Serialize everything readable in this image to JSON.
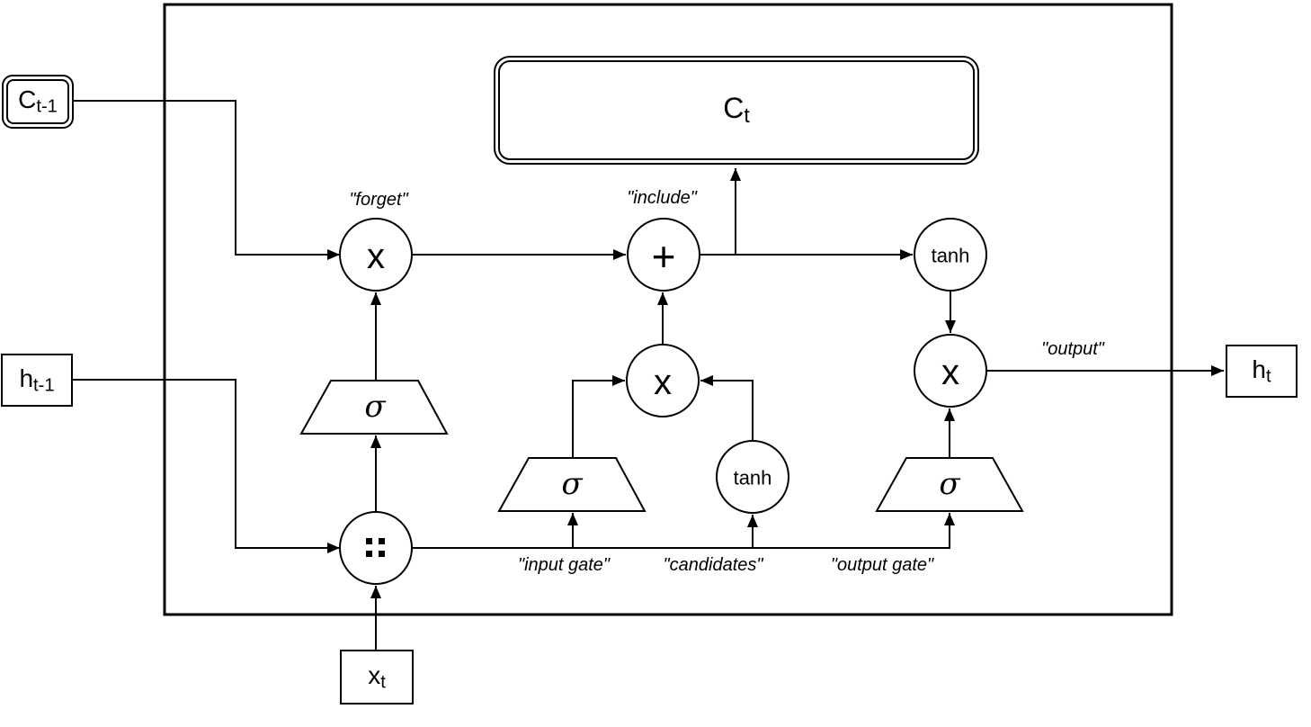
{
  "colors": {
    "stroke": "#000000",
    "background": "#ffffff"
  },
  "boxes": {
    "c_prev": {
      "base": "C",
      "sub": "t-1"
    },
    "h_prev": {
      "base": "h",
      "sub": "t-1"
    },
    "x_in": {
      "base": "x",
      "sub": "t"
    },
    "c_out": {
      "base": "C",
      "sub": "t"
    },
    "h_out": {
      "base": "h",
      "sub": "t"
    }
  },
  "nodes": {
    "forget_mul": {
      "symbol": "x"
    },
    "include_add": {
      "symbol": "+"
    },
    "tanh_top": {
      "label": "tanh"
    },
    "mid_mul": {
      "symbol": "x"
    },
    "out_mul": {
      "symbol": "x"
    },
    "tanh_candidates": {
      "label": "tanh"
    },
    "sigma_forget": {
      "symbol": "σ"
    },
    "sigma_input": {
      "symbol": "σ"
    },
    "sigma_output": {
      "symbol": "σ"
    }
  },
  "labels": {
    "forget": "\"forget\"",
    "include": "\"include\"",
    "output": "\"output\"",
    "input_gate": "\"input gate\"",
    "candidates": "\"candidates\"",
    "output_gate": "\"output gate\""
  }
}
